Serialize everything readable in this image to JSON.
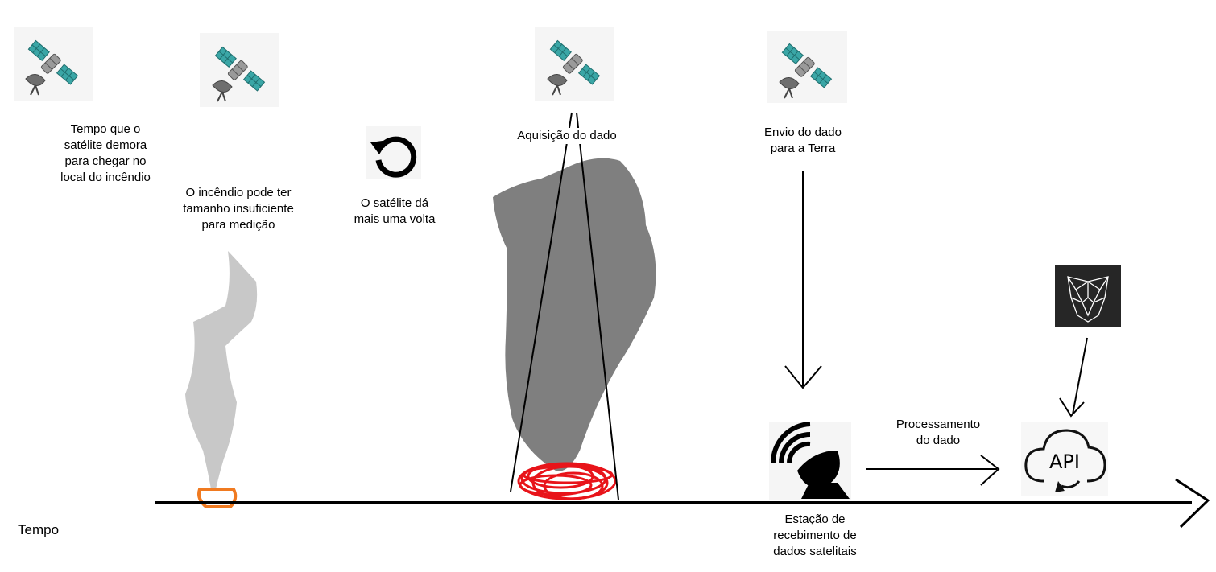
{
  "labels": {
    "time_to_reach": "Tempo que o\nsatélite demora\npara chegar no\nlocal do incêndio",
    "fire_too_small": "O incêndio pode ter\ntamanho insuficiente\npara medição",
    "another_orbit": "O satélite dá\nmais uma volta",
    "acquisition": "Aquisição do dado",
    "send_to_earth": "Envio do dado\npara a Terra",
    "ground_station": "Estação de\nrecebimento de\ndados satelitais",
    "processing": "Processamento\ndo dado",
    "api": "API",
    "time_axis": "Tempo"
  },
  "icons": {
    "satellite": "satellite-icon",
    "orbit": "refresh-cycle-icon",
    "antenna": "satellite-dish-icon",
    "api_cloud": "api-cloud-icon",
    "jaguar": "jaguar-logo-icon"
  },
  "colors": {
    "small_smoke": "#c8c8c8",
    "large_smoke": "#7f7f7f",
    "small_fire": "#f07a20",
    "large_fire": "#e8141a",
    "panel_teal": "#3aa6a6",
    "logo_bg": "#262626"
  }
}
